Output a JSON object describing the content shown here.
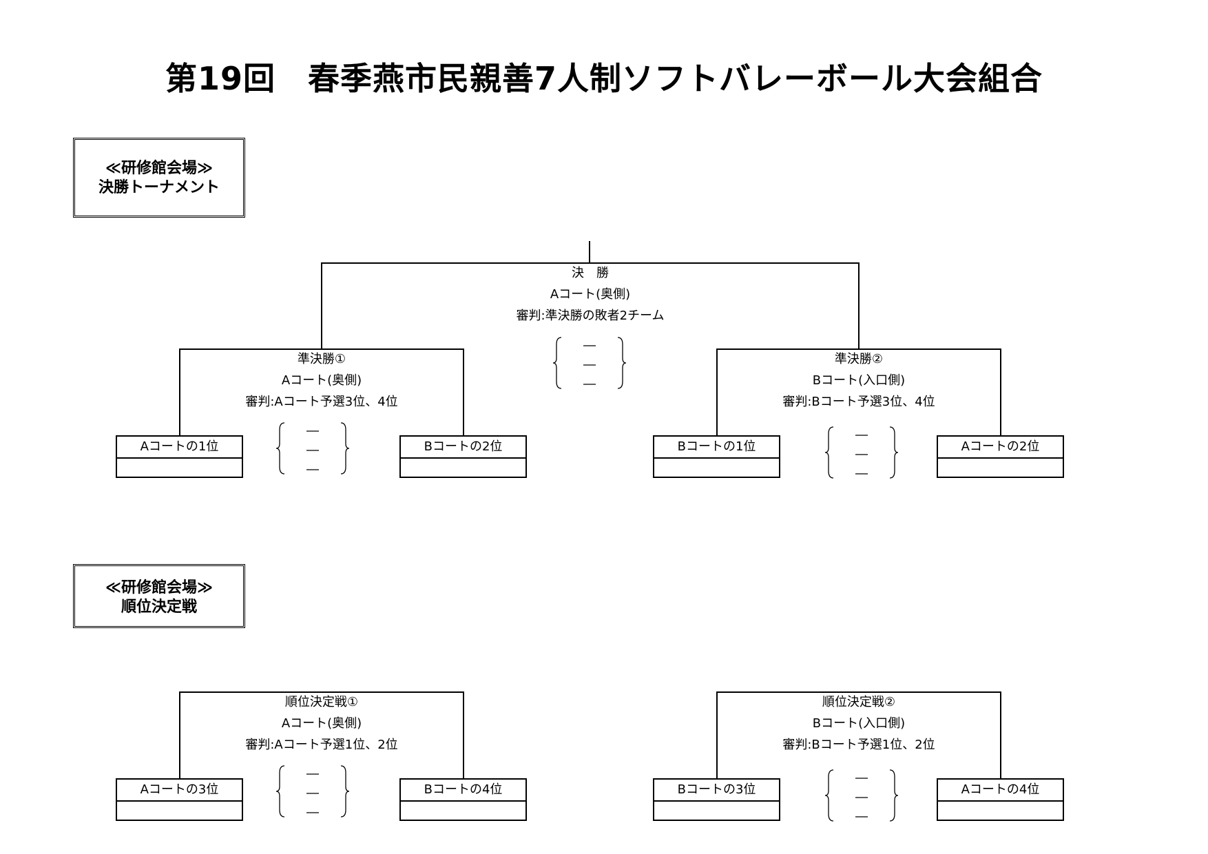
{
  "title": "第19回　春季燕市民親善7人制ソフトバレーボール大会組合",
  "sections": {
    "tournament": {
      "line1": "≪研修館会場≫",
      "line2": "決勝トーナメント"
    },
    "placement": {
      "line1": "≪研修館会場≫",
      "line2": "順位決定戦"
    }
  },
  "final": {
    "name": "決　勝",
    "court": "Aコート(奥側)",
    "referee": "審判:準決勝の敗者2チーム"
  },
  "semi1": {
    "name": "準決勝①",
    "court": "Aコート(奥側)",
    "referee": "審判:Aコート予選3位、4位",
    "left_team": "Aコートの1位",
    "right_team": "Bコートの2位"
  },
  "semi2": {
    "name": "準決勝②",
    "court": "Bコート(入口側)",
    "referee": "審判:Bコート予選3位、4位",
    "left_team": "Bコートの1位",
    "right_team": "Aコートの2位"
  },
  "place1": {
    "name": "順位決定戦①",
    "court": "Aコート(奥側)",
    "referee": "審判:Aコート予選1位、2位",
    "left_team": "Aコートの3位",
    "right_team": "Bコートの4位"
  },
  "place2": {
    "name": "順位決定戦②",
    "court": "Bコート(入口側)",
    "referee": "審判:Bコート予選1位、2位",
    "left_team": "Bコートの3位",
    "right_team": "Aコートの4位"
  },
  "score_dash": "－"
}
